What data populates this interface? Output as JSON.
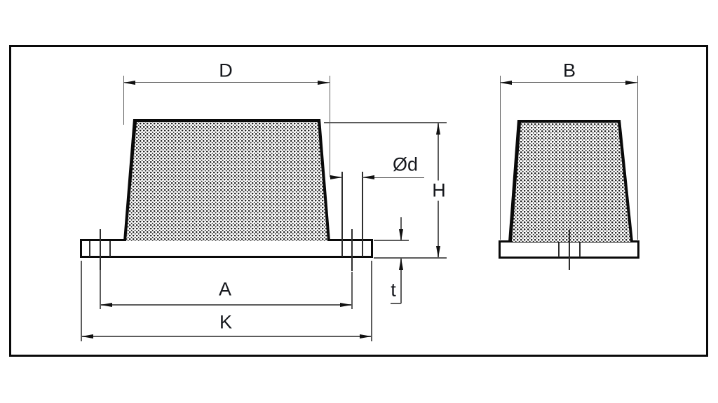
{
  "drawing": {
    "type": "technical-dimension-drawing",
    "subject": "conical rubber buffer on mounting plate, side view and end view",
    "labels": {
      "cone_base_diameter": "D",
      "end_view_plate_width": "B",
      "hole_diameter": "Ød",
      "overall_height": "H",
      "plate_thickness": "t",
      "hole_center_distance": "A",
      "plate_overall_length": "K"
    },
    "colors": {
      "object_line": "#0a0a0a",
      "dimension_line": "#5c5c5c",
      "label_text": "#16181d",
      "background": "#ffffff"
    }
  }
}
